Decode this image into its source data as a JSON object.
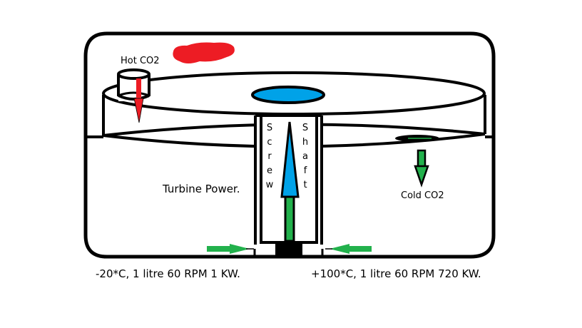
{
  "diagram": {
    "labels": {
      "hot_co2": "Hot CO2",
      "cold_co2": "Cold CO2",
      "turbine_power": "Turbine Power.",
      "screw": "Screw",
      "shaft": "Shaft",
      "left_condition": "-20*C, 1 litre 60 RPM 1 KW.",
      "right_condition": "+100*C, 1 litre 60 RPM 720 KW."
    },
    "colors": {
      "outline": "#000000",
      "hot": "#ed1c24",
      "cold_flow": "#22b14c",
      "water": "#00a2e8",
      "background": "#ffffff"
    }
  }
}
